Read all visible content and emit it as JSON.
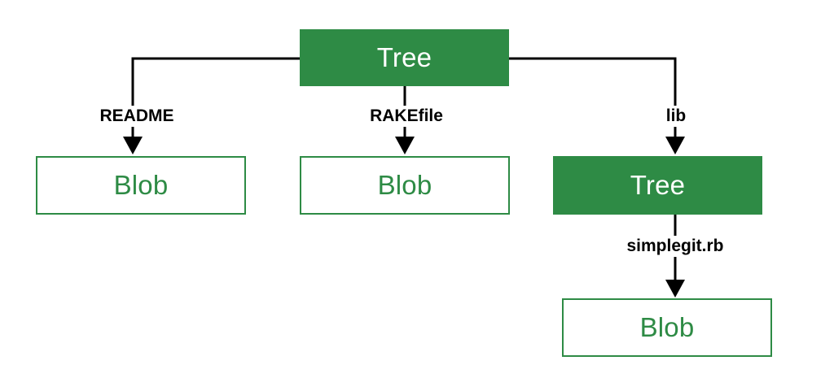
{
  "colors": {
    "tree_fill": "#2E8B45",
    "blob_border": "#2E8B45",
    "blob_text": "#2E8B45",
    "connector": "#000000",
    "label_text": "#000000"
  },
  "nodes": {
    "root_tree": {
      "label": "Tree",
      "kind": "tree"
    },
    "readme_blob": {
      "label": "Blob",
      "kind": "blob"
    },
    "rakefile_blob": {
      "label": "Blob",
      "kind": "blob"
    },
    "lib_tree": {
      "label": "Tree",
      "kind": "tree"
    },
    "simplegit_blob": {
      "label": "Blob",
      "kind": "blob"
    }
  },
  "edges": [
    {
      "from": "root_tree",
      "to": "readme_blob",
      "label": "README"
    },
    {
      "from": "root_tree",
      "to": "rakefile_blob",
      "label": "RAKEfile"
    },
    {
      "from": "root_tree",
      "to": "lib_tree",
      "label": "lib"
    },
    {
      "from": "lib_tree",
      "to": "simplegit_blob",
      "label": "simplegit.rb"
    }
  ]
}
